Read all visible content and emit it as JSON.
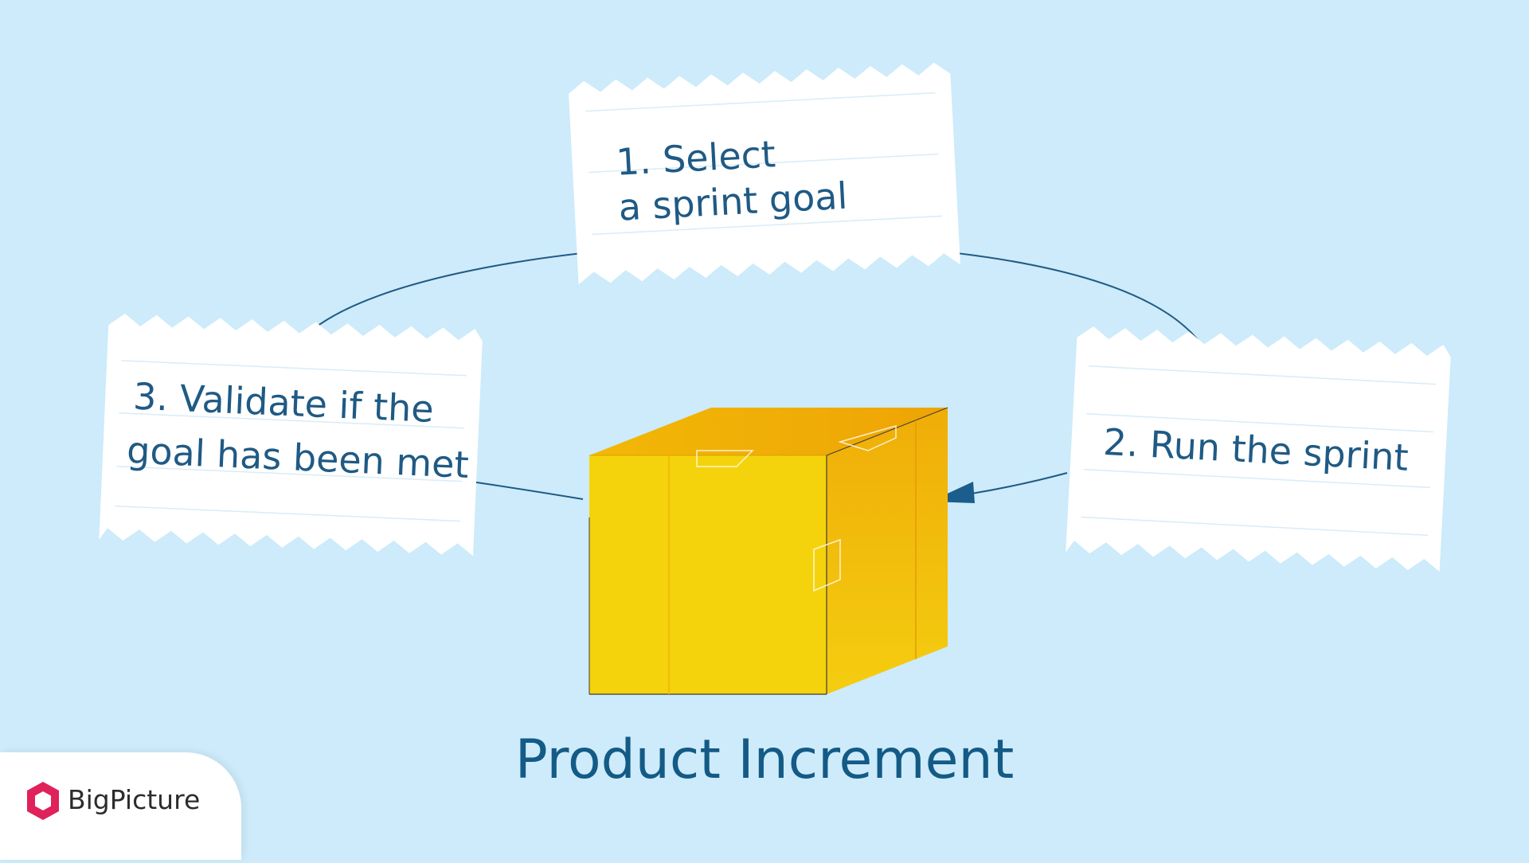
{
  "diagram": {
    "steps": [
      {
        "id": "step1",
        "lines": [
          "1. Select",
          "a sprint goal"
        ]
      },
      {
        "id": "step2",
        "lines": [
          "2. Run the sprint"
        ]
      },
      {
        "id": "step3",
        "lines": [
          "3. Validate if the",
          "goal has been met"
        ]
      }
    ],
    "center_label": "Product Increment",
    "colors": {
      "background": "#cdebfa",
      "text": "#1f5a84",
      "cycle_line": "#1f5a84",
      "box_front": "#f5d30c",
      "box_side": "#f1b908",
      "box_top": "#f0ab07"
    }
  },
  "brand": {
    "name": "BigPicture",
    "icon": "hexagon-logo-icon",
    "accent": "#e0215a"
  }
}
